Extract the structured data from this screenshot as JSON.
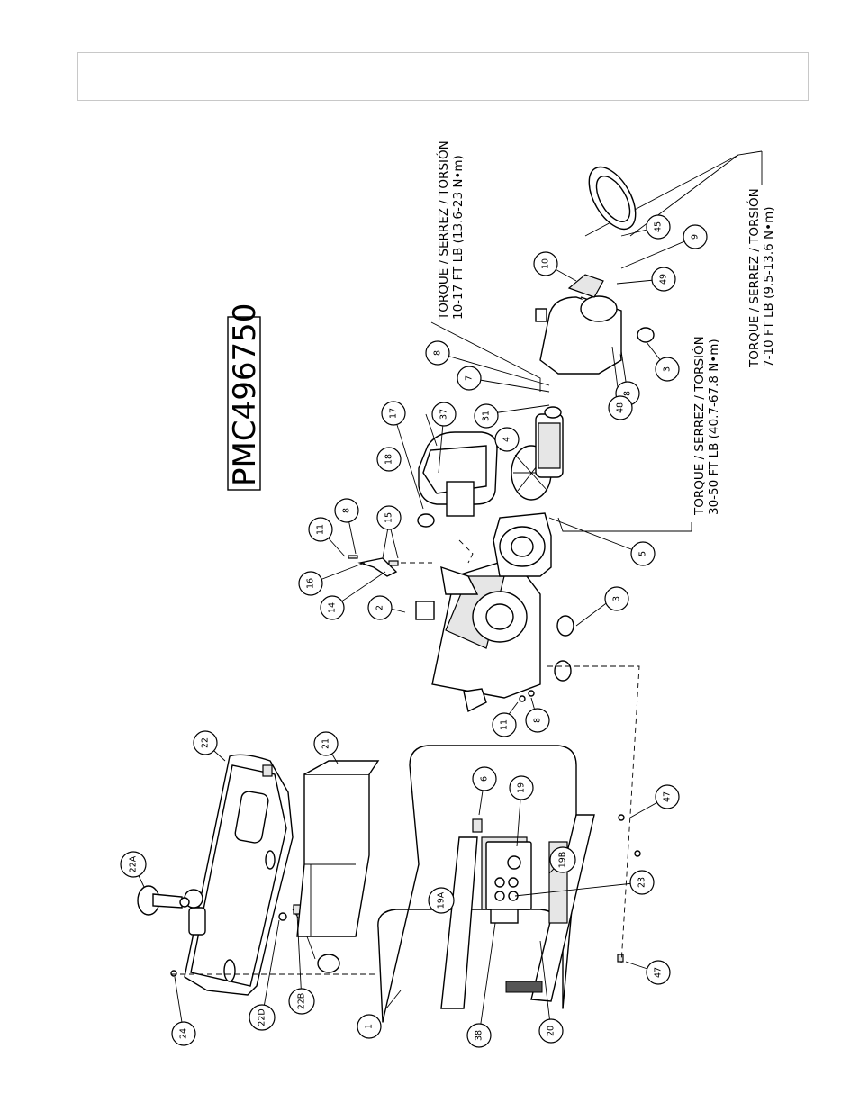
{
  "model_number": "PMC496750",
  "torque_notes": [
    {
      "line1": "TORQUE / SERREZ / TORSIÓN",
      "line2": "10-17 FT LB (13.6-23 N•m)"
    },
    {
      "line1": "TORQUE / SERREZ / TORSIÓN",
      "line2": "30-50 FT LB (40.7-67.8 N•m)"
    },
    {
      "line1": "TORQUE / SERREZ / TORSIÓN",
      "line2": "7-10 FT LB (9.5-13.6 N•m)"
    }
  ],
  "part_callouts": [
    "1",
    "2",
    "3",
    "3",
    "4",
    "5",
    "6",
    "7",
    "8",
    "8",
    "8",
    "8",
    "9",
    "10",
    "11",
    "11",
    "14",
    "15",
    "16",
    "17",
    "18",
    "19",
    "19A",
    "19B",
    "20",
    "21",
    "22",
    "22A",
    "22B",
    "22D",
    "23",
    "24",
    "31",
    "37",
    "38",
    "45",
    "47",
    "47",
    "48",
    "49"
  ]
}
